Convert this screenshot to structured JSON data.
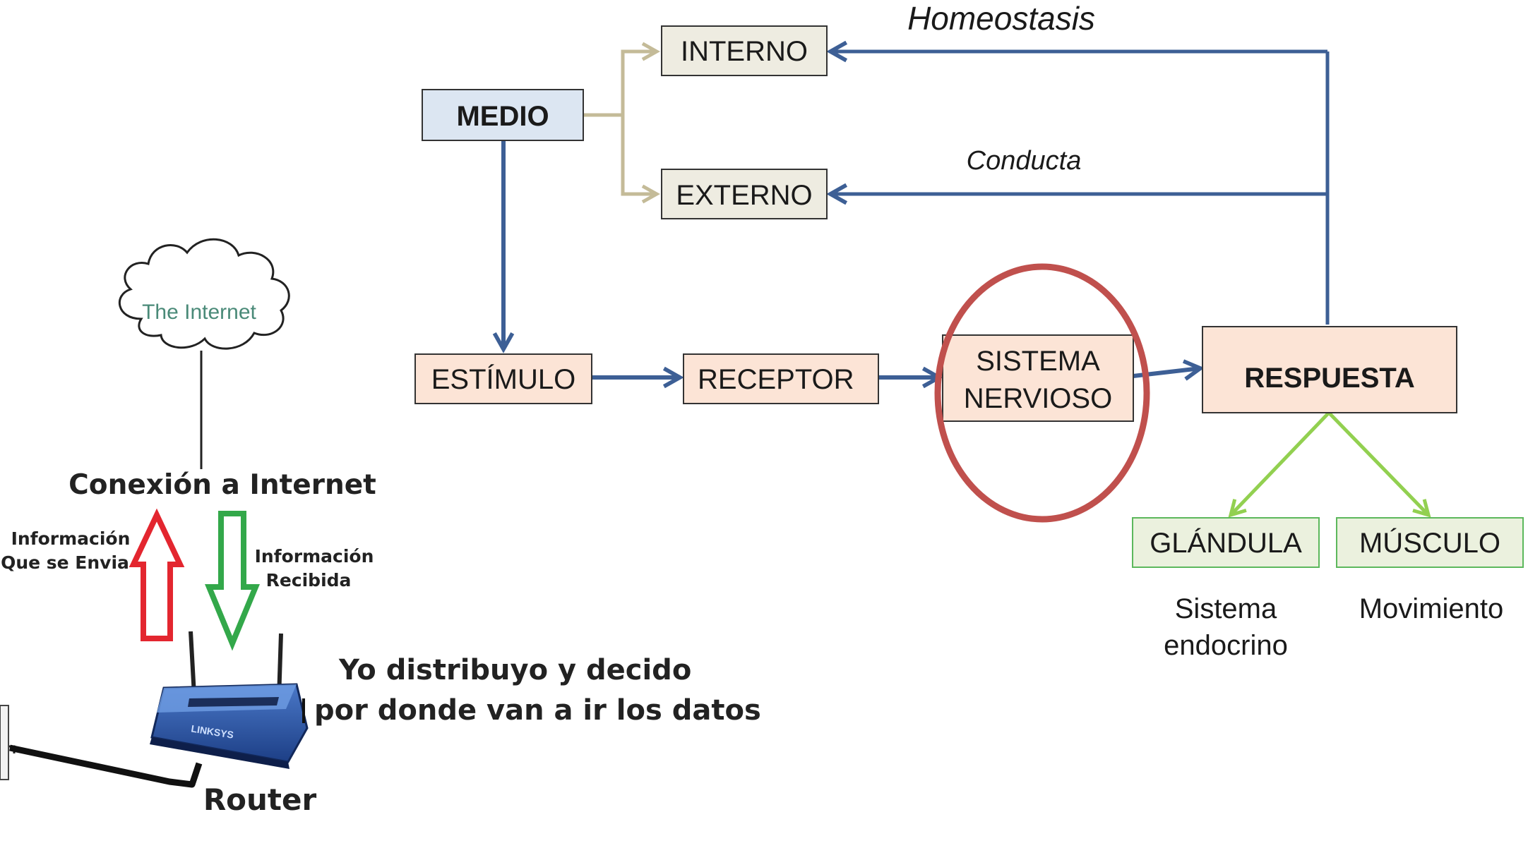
{
  "diagram": {
    "medio": "MEDIO",
    "interno": "INTERNO",
    "externo": "EXTERNO",
    "homeostasis": "Homeostasis",
    "conducta": "Conducta",
    "estimulo": "ESTÍMULO",
    "receptor": "RECEPTOR",
    "sistema_nervioso_line1": "SISTEMA",
    "sistema_nervioso_line2": "NERVIOSO",
    "respuesta": "RESPUESTA",
    "glandula": "GLÁNDULA",
    "musculo": "MÚSCULO",
    "glandula_caption_line1": "Sistema",
    "glandula_caption_line2": "endocrino",
    "musculo_caption": "Movimiento"
  },
  "network": {
    "cloud_label": "The Internet",
    "connection_label": "Conexión a Internet",
    "sent_info_line1": "Información",
    "sent_info_line2": "Que se Envia",
    "received_info_line1": "Información",
    "received_info_line2": "Recibida",
    "router_says_line1": "Yo distribuyo y decido",
    "router_says_line2": "por donde van a ir los datos",
    "router_label": "Router",
    "router_brand": "LINKSYS"
  },
  "colors": {
    "blue_arrow": "#3d5f95",
    "tan_arrow": "#c4bb98",
    "green_arrow": "#92d050",
    "circle": "#c0504d",
    "medio_fill": "#dce6f2",
    "gray_box_fill": "#eeece1",
    "peach_fill": "#fce4d6",
    "green_box_fill": "#ebf1de",
    "green_box_border": "#5cb85c",
    "up_arrow": "#e3262f",
    "down_arrow": "#33a84a"
  }
}
